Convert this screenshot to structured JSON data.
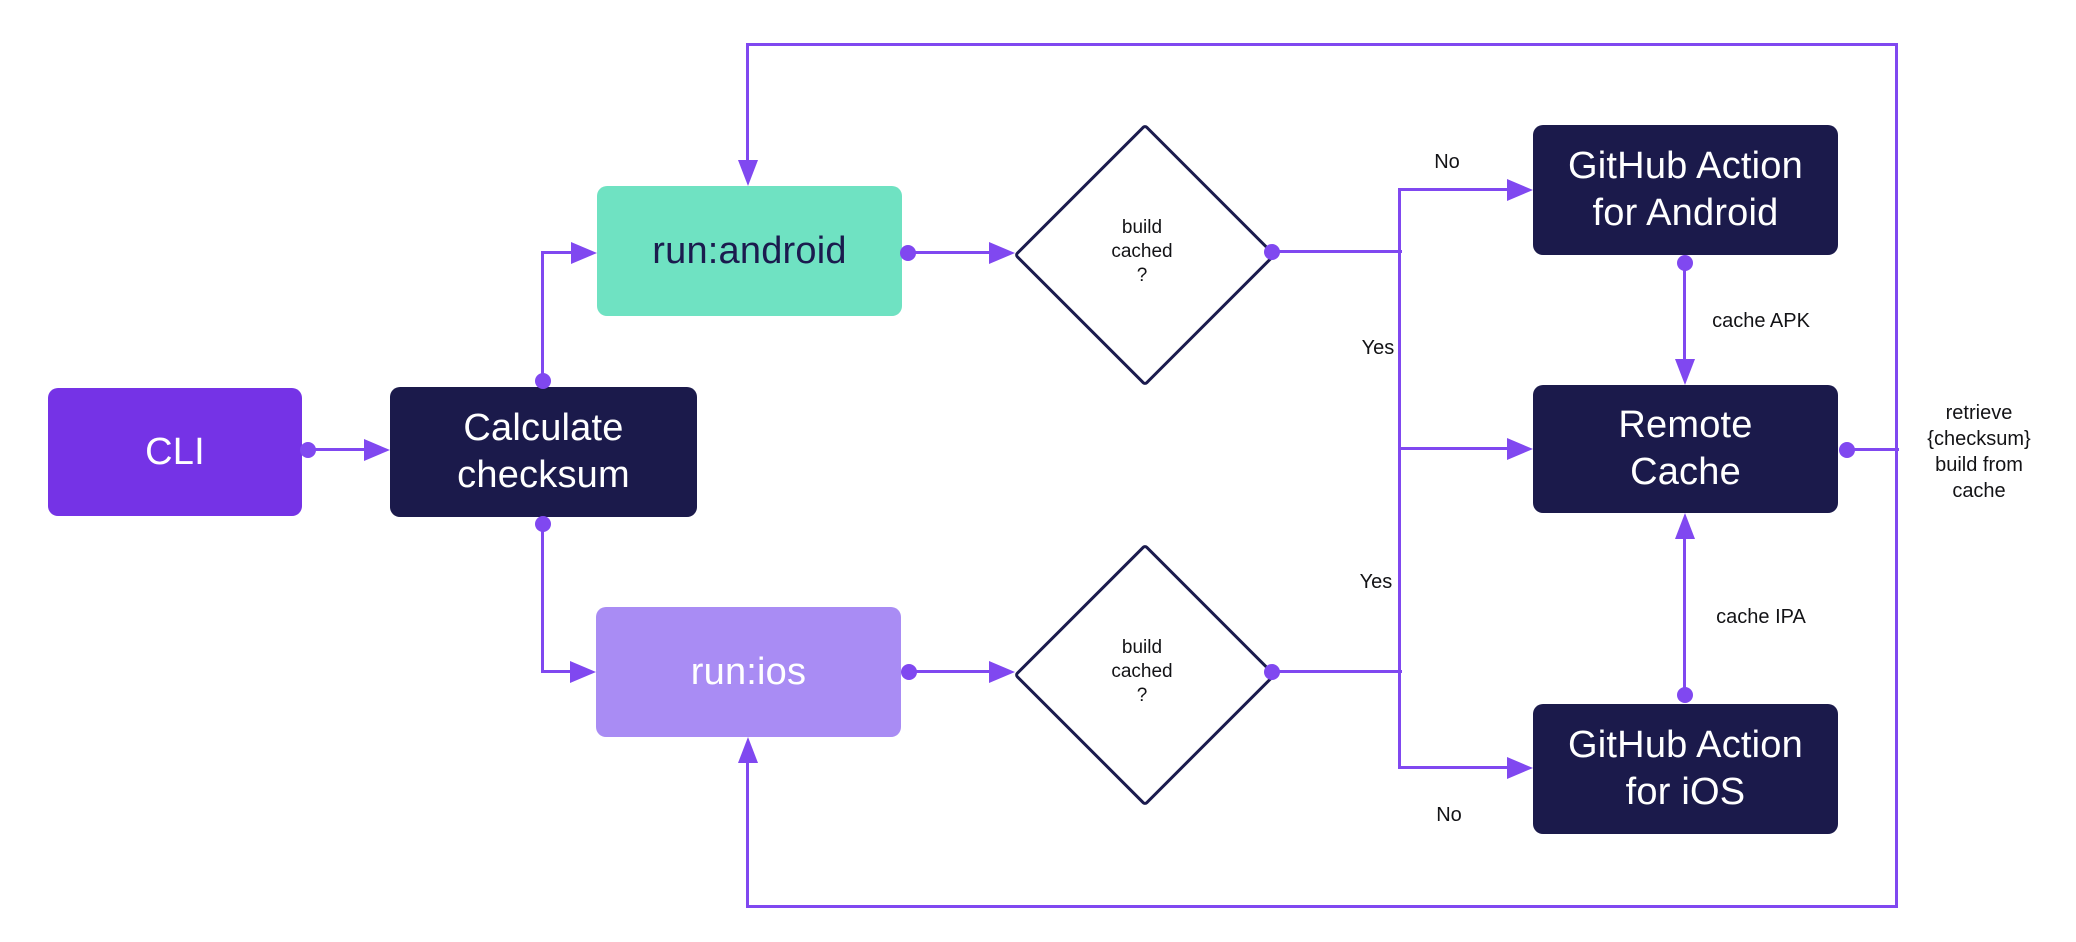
{
  "nodes": {
    "cli": "CLI",
    "calculate_checksum": "Calculate\nchecksum",
    "run_android": "run:android",
    "run_ios": "run:ios",
    "build_cached_android": "build\ncached\n?",
    "build_cached_ios": "build\ncached\n?",
    "github_action_android": "GitHub Action\nfor Android",
    "remote_cache": "Remote\nCache",
    "github_action_ios": "GitHub Action\nfor iOS"
  },
  "edge_labels": {
    "android_no": "No",
    "android_yes": "Yes",
    "ios_yes": "Yes",
    "ios_no": "No",
    "cache_apk": "cache APK",
    "cache_ipa": "cache IPA",
    "retrieve_from_cache": "retrieve\n{checksum}\nbuild from\ncache"
  },
  "colors": {
    "connector": "#8048F0",
    "cli_fill": "#7533E6",
    "android_fill": "#6FE2C2",
    "ios_fill": "#A98CF4",
    "dark_fill": "#1B1A4B",
    "diamond_border": "#1B1B4E",
    "dark_text": "#131316",
    "light_text": "#FFFFFF"
  }
}
